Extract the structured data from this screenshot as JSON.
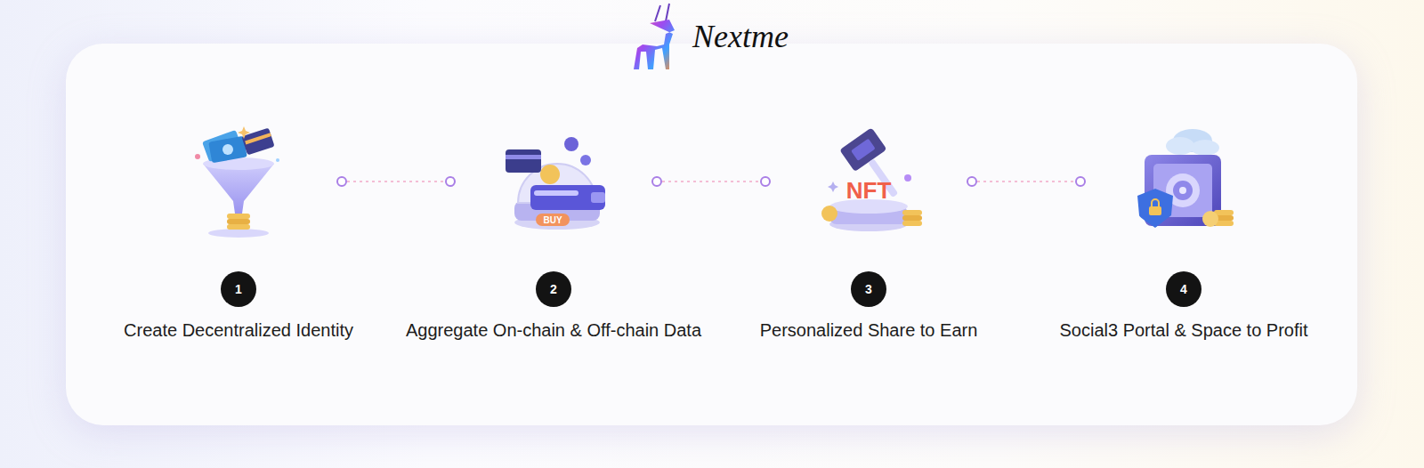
{
  "diagram": {
    "title": "Nextme",
    "nodes": [
      {
        "text": [
          "1",
          "Create Decentralized Identity"
        ]
      },
      {
        "text": [
          "2",
          "Aggregate On-chain & Off-chain Data"
        ]
      },
      {
        "text": [
          "3",
          "Personalized Share to Earn"
        ]
      },
      {
        "text": [
          "4",
          "Social3 Portal & Space to Profit"
        ]
      }
    ],
    "edges": [
      {
        "from": 0,
        "to": 1,
        "arrow": "none"
      },
      {
        "from": 1,
        "to": 2,
        "arrow": "none"
      },
      {
        "from": 2,
        "to": 3,
        "arrow": "none"
      }
    ],
    "labels": [
      "BUY",
      "NFT"
    ]
  }
}
